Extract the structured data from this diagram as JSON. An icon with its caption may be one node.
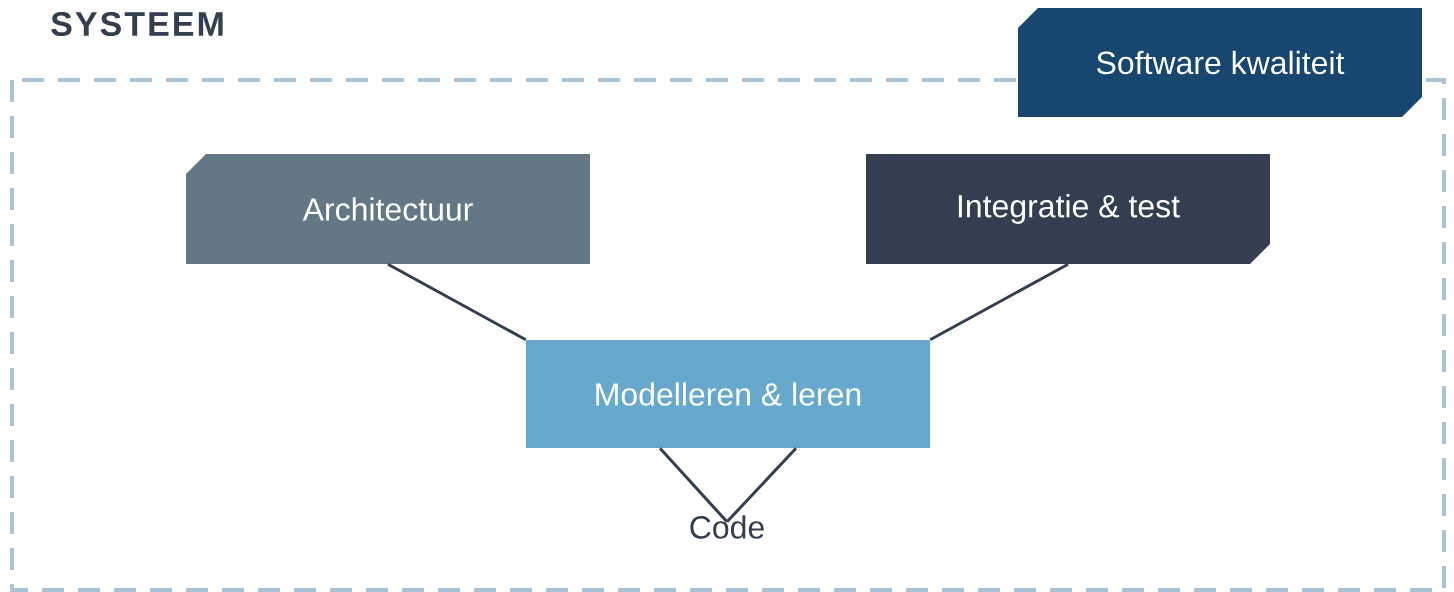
{
  "diagram": {
    "nodes": [
      {
        "text": [
          "SYSTEEM"
        ]
      },
      {
        "text": [
          "Software kwaliteit"
        ]
      },
      {
        "text": [
          "Architectuur"
        ],
        "in": 0
      },
      {
        "text": [
          "Integratie & test"
        ],
        "in": 0
      },
      {
        "text": [
          "Modelleren & leren"
        ],
        "in": 0
      },
      {
        "text": [
          "Code"
        ],
        "in": 0
      }
    ],
    "edges": [
      {
        "from": 2,
        "to": 4,
        "arrow": "none"
      },
      {
        "from": 3,
        "to": 4,
        "arrow": "none"
      },
      {
        "from": 4,
        "to": 5,
        "arrow": "none"
      },
      {
        "from": 4,
        "to": 5,
        "arrow": "none"
      }
    ]
  }
}
